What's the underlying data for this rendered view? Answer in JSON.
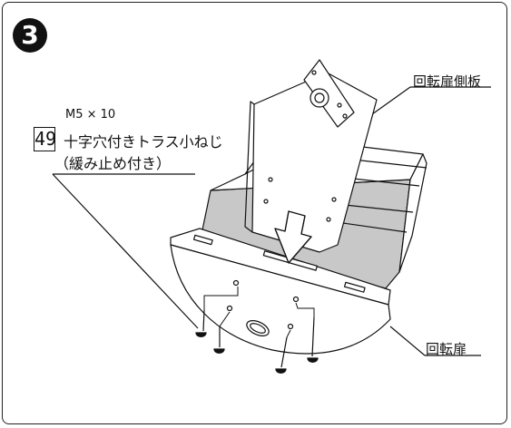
{
  "step_number": "3",
  "labels": {
    "side_plate": "回転扉側板",
    "door": "回転扉",
    "screw_spec": "M5 × 10",
    "part_number": "49",
    "screw_name": "十字穴付きトラス小ねじ",
    "screw_note": "（緩み止め付き）"
  }
}
